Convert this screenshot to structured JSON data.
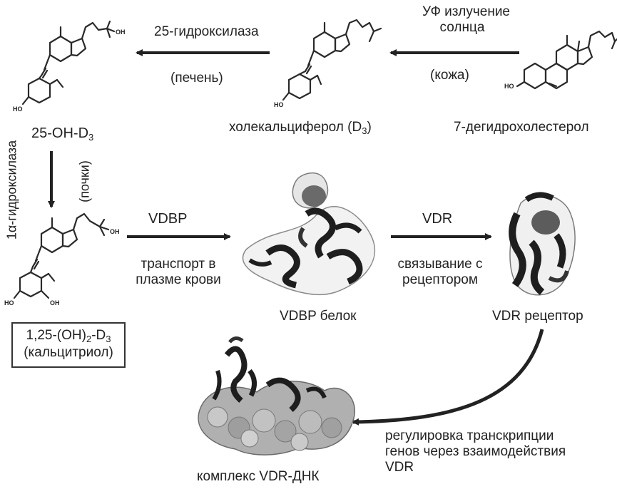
{
  "labels": {
    "uv_line1": "УФ излучение",
    "uv_line2": "солнца",
    "skin": "(кожа)",
    "hydroxylase25": "25-гидроксилаза",
    "liver": "(печень)",
    "dehydrocholesterol": "7-дегидрохолестерол",
    "cholecalciferol": "холекальциферол (D",
    "cholecalciferol_sub": "3",
    "cholecalciferol_end": ")",
    "oh_d3": "25-OH-D",
    "oh_d3_sub": "3",
    "hydroxylase1a": "1α-гидроксилаза",
    "kidney": "(почки)",
    "calcitriol_formula_a": "1,25-(OH)",
    "calcitriol_formula_sub1": "2",
    "calcitriol_formula_b": "-D",
    "calcitriol_formula_sub2": "3",
    "calcitriol_name": "(кальцитриол)",
    "vdbp": "VDBP",
    "transport_line1": "транспорт в",
    "transport_line2": "плазме крови",
    "vdbp_protein": "VDBP белок",
    "vdr": "VDR",
    "binding_line1": "связывание с",
    "binding_line2": "рецептором",
    "vdr_receptor": "VDR рецептор",
    "regulation_line1": "регулировка транскрипции",
    "regulation_line2": "генов через взаимодействия",
    "regulation_line3": "VDR",
    "complex": "комплекс VDR-ДНК",
    "oh_small": "OH",
    "ho_small": "HO"
  },
  "colors": {
    "ink": "#222222",
    "protein_dark": "#1e1e1e",
    "protein_light": "#bdbdbd",
    "dna_surface": "#a8a8a8"
  }
}
